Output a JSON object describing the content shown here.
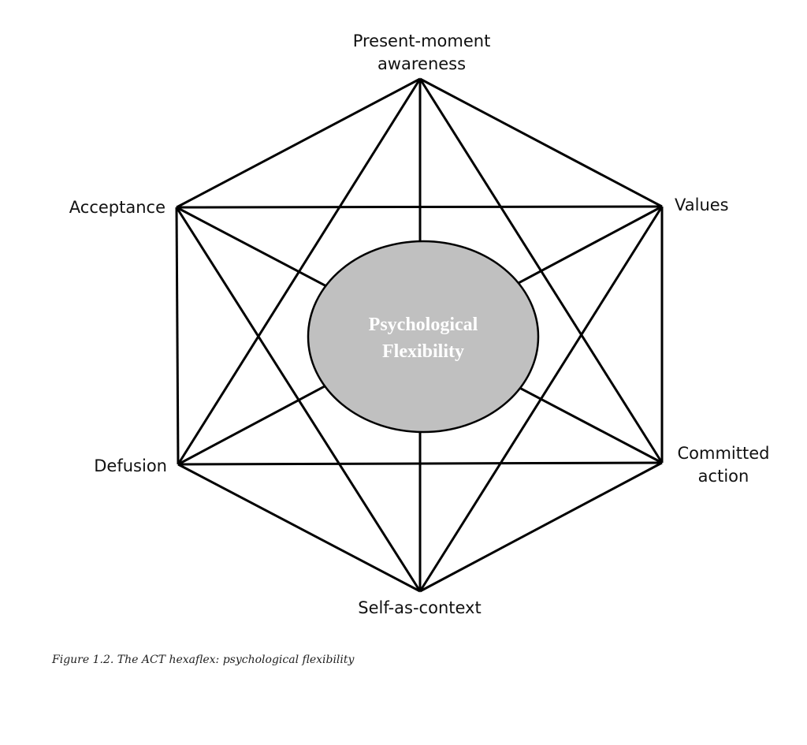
{
  "nodes": [
    {
      "id": "present",
      "lines": [
        "Present-moment",
        "awareness"
      ]
    },
    {
      "id": "values",
      "lines": [
        "Values"
      ]
    },
    {
      "id": "committed",
      "lines": [
        "Committed",
        "action"
      ]
    },
    {
      "id": "self",
      "lines": [
        "Self-as-context"
      ]
    },
    {
      "id": "defusion",
      "lines": [
        "Defusion"
      ]
    },
    {
      "id": "acceptance",
      "lines": [
        "Acceptance"
      ]
    }
  ],
  "center": {
    "line1": "Psychological",
    "line2": "Flexibility",
    "fill": "#c0c0c0"
  },
  "caption": "Figure 1.2. The ACT hexaflex: psychological flexibility"
}
